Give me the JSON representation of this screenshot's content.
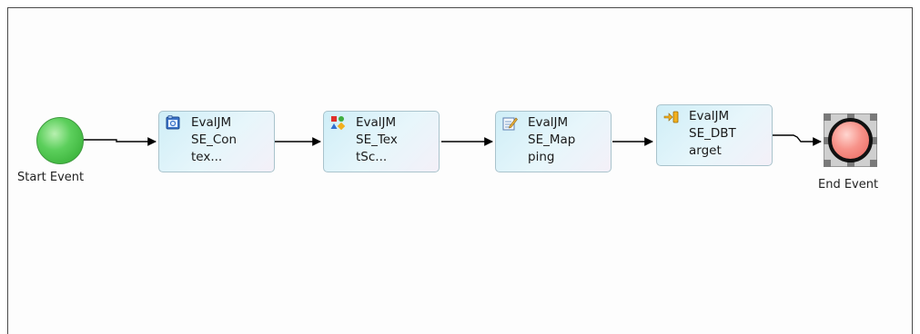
{
  "diagram": {
    "events": {
      "start": {
        "label": "Start Event"
      },
      "end": {
        "label": "End Event"
      }
    },
    "tasks": [
      {
        "label": "EvalJM\nSE_Con\ntex...",
        "icon": "context-icon"
      },
      {
        "label": "EvalJM\nSE_Tex\ntSc...",
        "icon": "text-script-icon"
      },
      {
        "label": "EvalJM\nSE_Map\nping",
        "icon": "mapping-icon"
      },
      {
        "label": "EvalJM\nSE_DBT\narget",
        "icon": "db-target-icon"
      }
    ],
    "colors": {
      "start_fill": "#4cc24c",
      "end_fill": "#f08078",
      "task_fill": "#d6f0f7",
      "edge": "#000000"
    }
  }
}
